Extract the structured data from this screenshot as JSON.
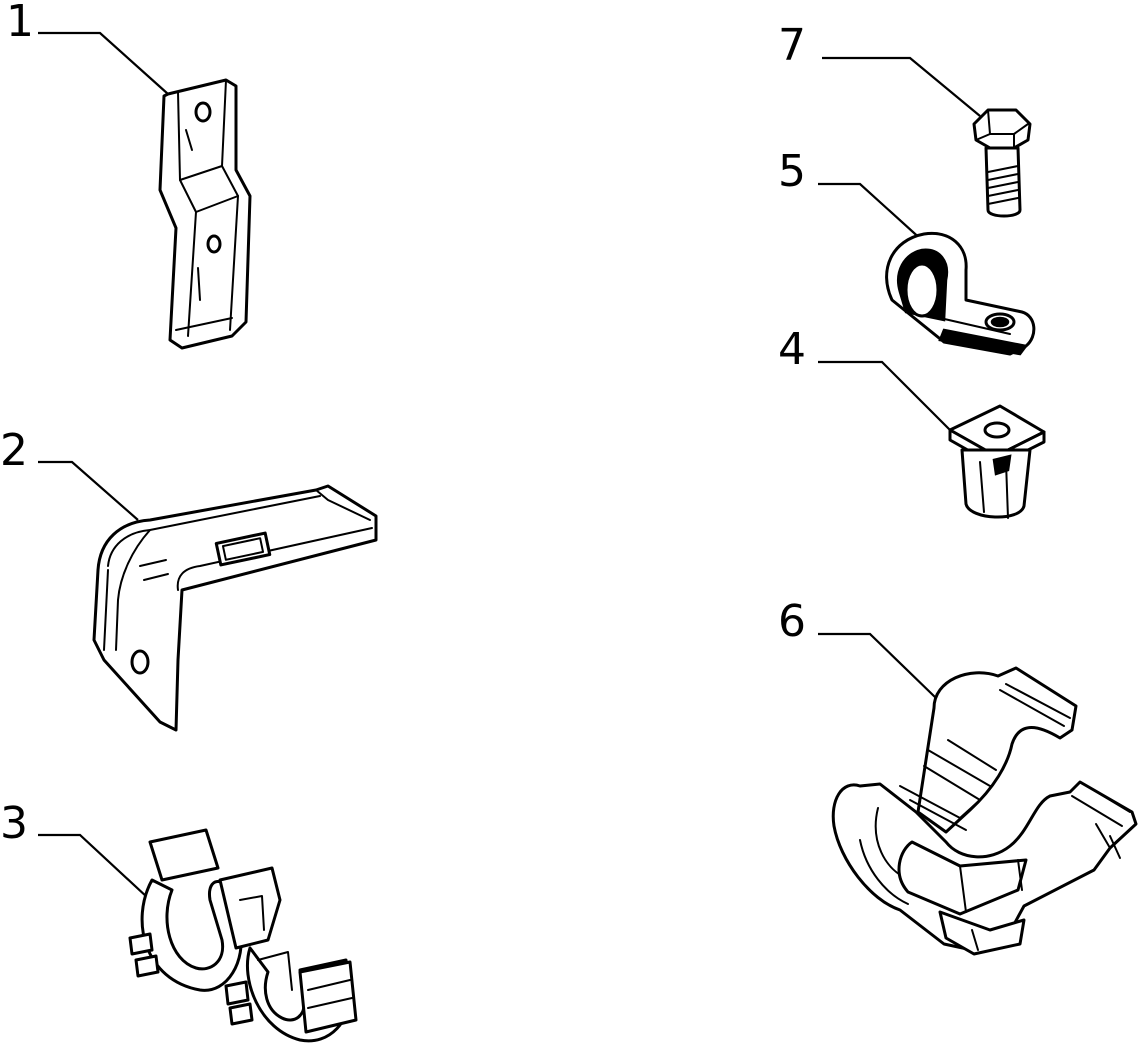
{
  "diagram": {
    "parts": [
      {
        "number": "1"
      },
      {
        "number": "2"
      },
      {
        "number": "3"
      },
      {
        "number": "4"
      },
      {
        "number": "5"
      },
      {
        "number": "6"
      },
      {
        "number": "7"
      }
    ]
  }
}
